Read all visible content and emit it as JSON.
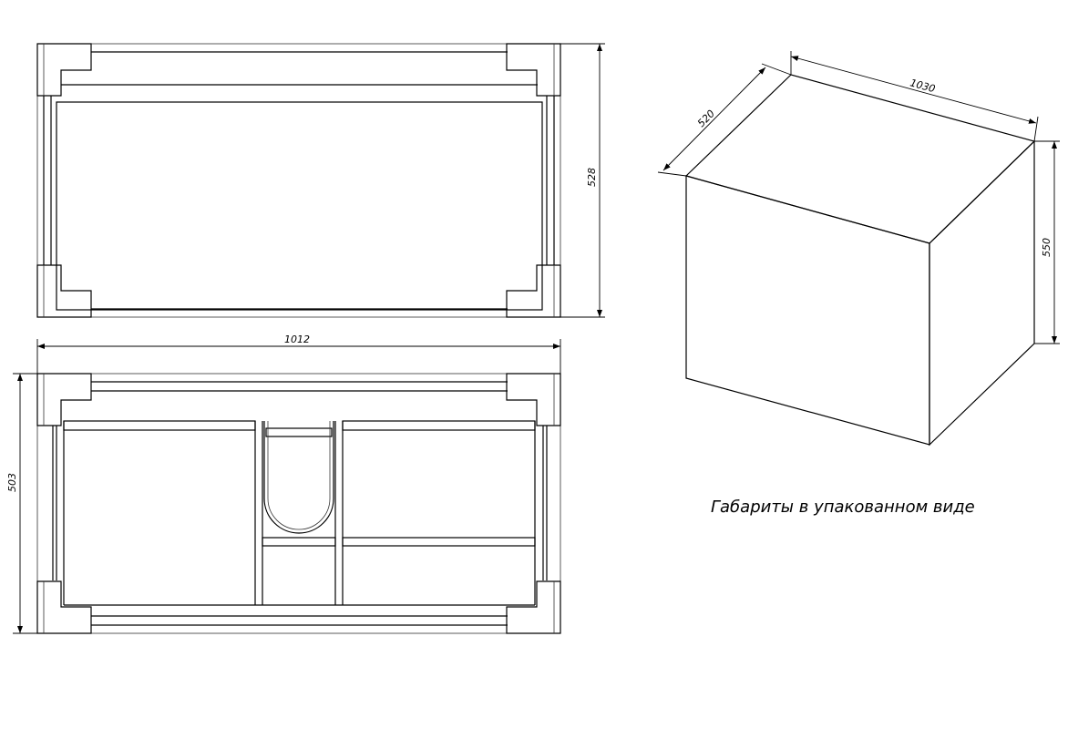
{
  "top_view": {
    "dim_height": "528"
  },
  "front_view": {
    "dim_width": "1012",
    "dim_height": "503"
  },
  "package_view": {
    "dim_depth": "520",
    "dim_width": "1030",
    "dim_height": "550",
    "caption": "Габариты в упакованном виде"
  }
}
